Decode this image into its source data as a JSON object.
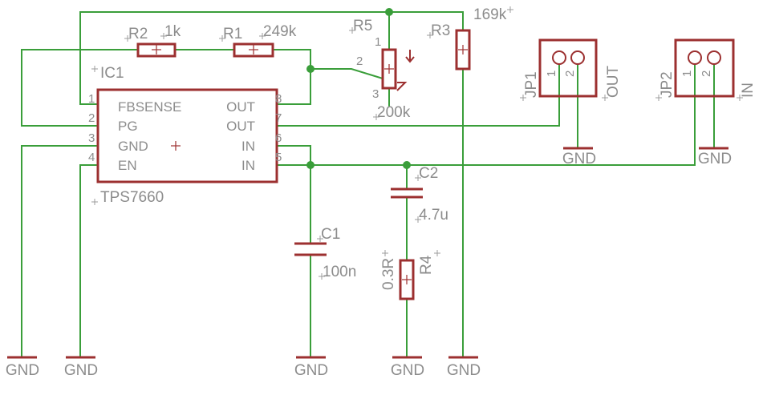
{
  "ic1": {
    "name": "IC1",
    "value": "TPS7660",
    "pins": [
      {
        "num": "1",
        "label": "FBSENSE"
      },
      {
        "num": "2",
        "label": "PG"
      },
      {
        "num": "3",
        "label": "GND"
      },
      {
        "num": "4",
        "label": "EN"
      },
      {
        "num": "8",
        "label": "OUT"
      },
      {
        "num": "7",
        "label": "OUT"
      },
      {
        "num": "6",
        "label": "IN"
      },
      {
        "num": "5",
        "label": "IN"
      }
    ]
  },
  "r1": {
    "name": "R1",
    "value": "249k"
  },
  "r2": {
    "name": "R2",
    "value": "1k"
  },
  "r3": {
    "name": "R3",
    "value": "169k"
  },
  "r4": {
    "name": "R4",
    "value": "0.3R"
  },
  "r5": {
    "name": "R5",
    "value": "200k",
    "pins": [
      "1",
      "2",
      "3"
    ]
  },
  "c1": {
    "name": "C1",
    "value": "100n"
  },
  "c2": {
    "name": "C2",
    "value": "4.7u"
  },
  "jp1": {
    "name": "JP1",
    "value": "OUT",
    "pins": [
      "1",
      "2"
    ]
  },
  "jp2": {
    "name": "JP2",
    "value": "IN",
    "pins": [
      "1",
      "2"
    ]
  },
  "gnd_label": "GND",
  "colors": {
    "wire": "#3a9e3a",
    "body": "#9c3030",
    "text": "#8c8c8c"
  }
}
